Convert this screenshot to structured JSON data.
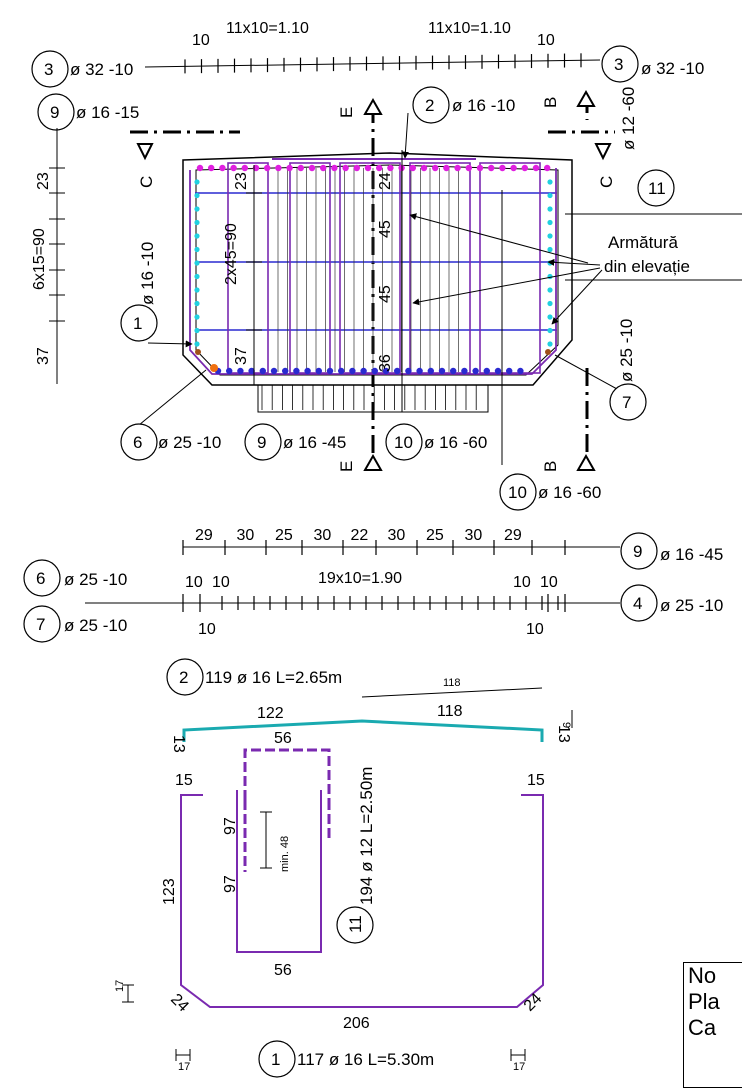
{
  "colors": {
    "top_bars": "#e020e0",
    "side_bars": "#20d0e0",
    "bottom_bars": "#2a2ad0",
    "stirrups": "#7a2ab0",
    "corner_bar": "#f07010",
    "shape2": "#1aaab0",
    "line": "#000000"
  },
  "labels": {
    "n3_left": "3",
    "n3_left_t": "ø 32 -10",
    "n3_right": "3",
    "n3_right_t": "ø 32 -10",
    "n9_top": "9",
    "n9_top_t": "ø 16 -15",
    "n2_top": "2",
    "n2_top_t": "ø 16 -10",
    "n11_top": "11",
    "n11_top_t": "ø 12 -60",
    "n1_left": "1",
    "n1_left_t": "ø 16 -10",
    "n7_right": "7",
    "n7_right_t": "ø 25 -10",
    "n6_bottom": "6",
    "n6_bottom_t": "ø 25 -10",
    "n9_bottom": "9",
    "n9_bottom_t": "ø 16 -45",
    "n10_bottom": "10",
    "n10_bottom_t": "ø 16 -60",
    "n10_below": "10",
    "n10_below_t": "ø 16 -60",
    "elev_line1": "Armătură",
    "elev_line2": "din elevație",
    "sec_E_top": "E",
    "sec_E_bot": "E",
    "sec_B_top": "B",
    "sec_B_bot": "B",
    "sec_C_left": "C",
    "sec_C_right": "C"
  },
  "dims": {
    "top_10a": "10",
    "top_11a": "11x10=1.10",
    "top_11b": "11x10=1.10",
    "top_10b": "10",
    "left_23": "23",
    "left_6x15": "6x15=90",
    "left_37": "37",
    "in_23": "23",
    "in_2x45": "2x45=90",
    "in_37": "37",
    "in_24": "24",
    "in_45a": "45",
    "in_45b": "45",
    "in_36": "36",
    "row1": [
      "29",
      "30",
      "25",
      "30",
      "22",
      "30",
      "25",
      "30",
      "29"
    ],
    "row2_10a": "10",
    "row2_10b": "10",
    "row2_mid": "19x10=1.90",
    "row2_10c": "10",
    "row2_10d": "10",
    "row3_10a": "10",
    "row3_10b": "10"
  },
  "bottom_labels": {
    "n9": "9",
    "n9_t": "ø 16 -45",
    "n6": "6",
    "n6_t": "ø 25 -10",
    "n4": "4",
    "n4_t": "ø 25 -10",
    "n7": "7",
    "n7_t": "ø 25 -10"
  },
  "shape2": {
    "num": "2",
    "text": "119 ø 16 L=2.65m",
    "d118_small": "118",
    "d122": "122",
    "d118": "118",
    "d13_left": "13",
    "d13_right": "13",
    "d9": "9"
  },
  "shape11": {
    "num": "11",
    "text": "194 ø 12 L=2.50m",
    "d56_top": "56",
    "d56_bot": "56",
    "d97a": "97",
    "d97b": "97",
    "dmin48": "min. 48"
  },
  "shape1": {
    "num": "1",
    "text": "117 ø 16 L=5.30m",
    "d15_left": "15",
    "d15_right": "15",
    "d123": "123",
    "d24_left": "24",
    "d24_right": "24",
    "d206": "206",
    "d17_side": "17",
    "d17_left": "17",
    "d17_right": "17"
  },
  "note": {
    "line1": "No",
    "line2": "Pla",
    "line3": "Ca"
  }
}
